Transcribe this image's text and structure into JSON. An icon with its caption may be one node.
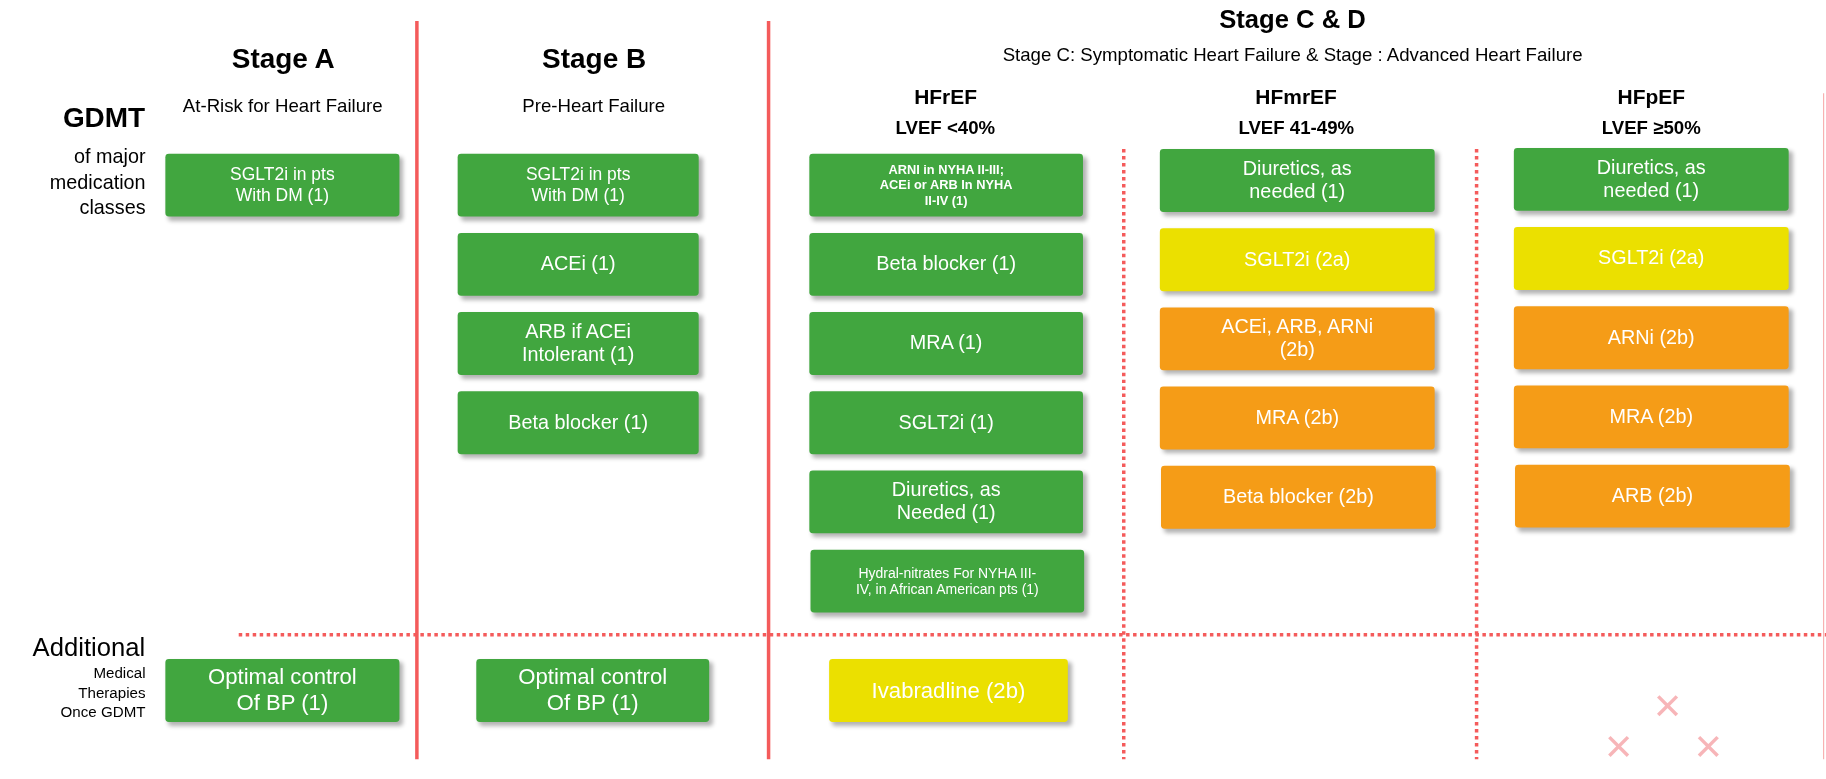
{
  "diagram": {
    "nodes": [
      {
        "text": [
          "SGLT2i in pts With DM (1)"
        ]
      },
      {
        "text": [
          "SGLT2i in pts With DM (1)"
        ]
      },
      {
        "text": [
          "ACEi (1)"
        ]
      },
      {
        "text": [
          "ARB if ACEi Intolerant (1)"
        ]
      },
      {
        "text": [
          "Beta blocker (1)"
        ]
      },
      {
        "text": [
          "ARNI in NYHA II-III; ACEi or ARB In NYHA II-IV (1)"
        ]
      },
      {
        "text": [
          "Beta blocker (1)"
        ]
      },
      {
        "text": [
          "MRA (1)"
        ]
      },
      {
        "text": [
          "SGLT2i (1)"
        ]
      },
      {
        "text": [
          "Diuretics, as Needed (1)"
        ]
      },
      {
        "text": [
          "Hydral-nitrates For NYHA III-IV, in African American pts (1)"
        ]
      },
      {
        "text": [
          "Diuretics, as needed (1)"
        ]
      },
      {
        "text": [
          "SGLT2i (2a)"
        ]
      },
      {
        "text": [
          "ACEi, ARB, ARNi (2b)"
        ]
      },
      {
        "text": [
          "MRA (2b)"
        ]
      },
      {
        "text": [
          "Beta blocker (2b)"
        ]
      },
      {
        "text": [
          "Diuretics, as needed (1)"
        ]
      },
      {
        "text": [
          "SGLT2i (2a)"
        ]
      },
      {
        "text": [
          "ARNi (2b)"
        ]
      },
      {
        "text": [
          "MRA (2b)"
        ]
      },
      {
        "text": [
          "ARB (2b)"
        ]
      },
      {
        "text": [
          "Optimal control Of BP (1)"
        ]
      },
      {
        "text": [
          "Optimal control Of BP (1)"
        ]
      },
      {
        "text": [
          "Ivabradline (2b)"
        ]
      }
    ],
    "edges": [],
    "labels": [
      "Stage C & D",
      "Stage A",
      "Stage B",
      "Stage C: Symptomatic Heart Failure & Stage : Advanced Heart Failure",
      "At-Risk for Heart Failure",
      "Pre-Heart Failure",
      "HFrEF",
      "HFmrEF",
      "HFpEF",
      "LVEF <40%",
      "LVEF 41-49%",
      "LVEF ≥50%",
      "GDMT",
      "of major medication classes",
      "Additional",
      "Medical Therapies Once GDMT"
    ]
  }
}
